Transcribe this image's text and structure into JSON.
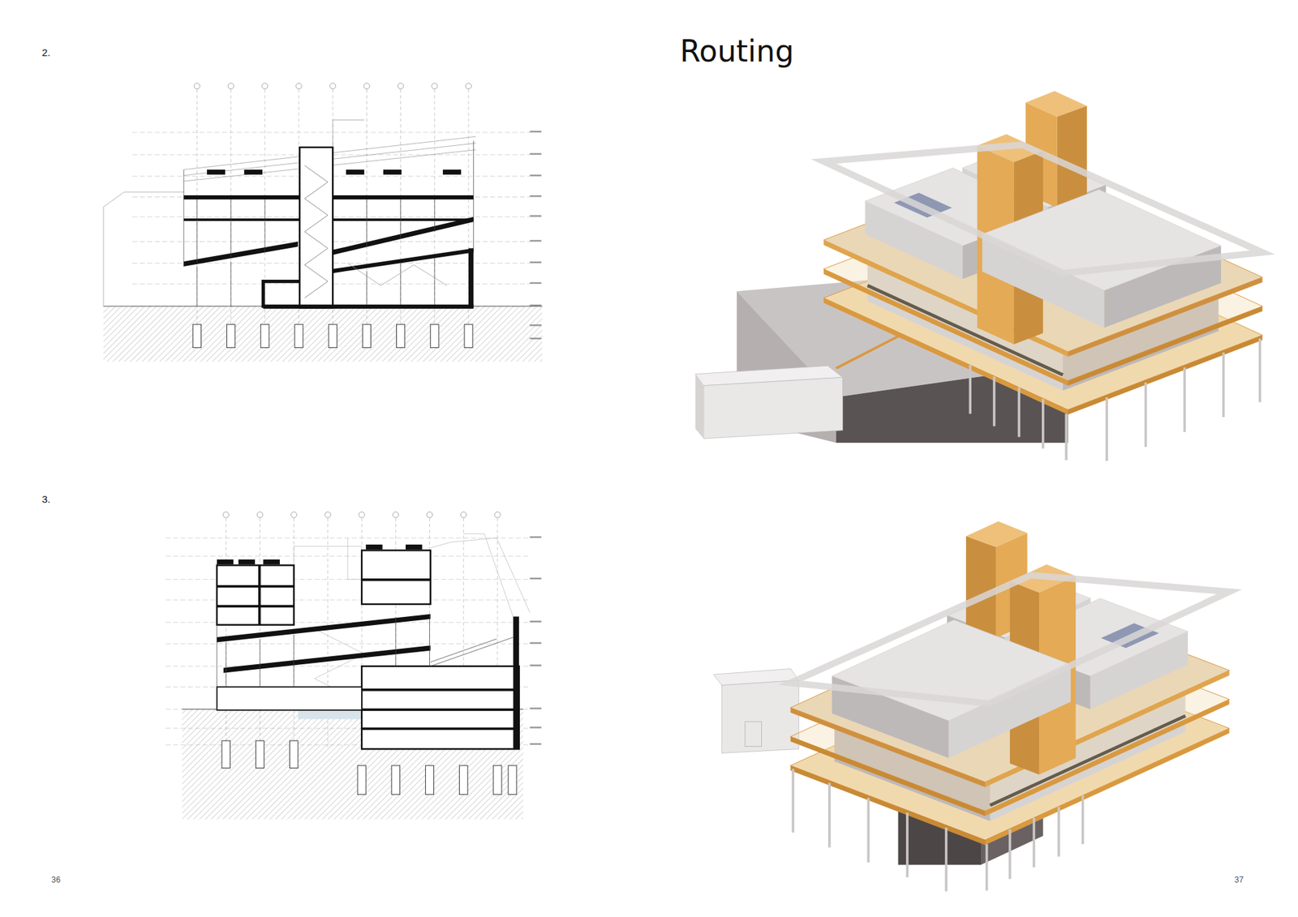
{
  "diagram": {
    "title": "Routing",
    "labels": [
      "2.",
      "3.",
      "36",
      "37"
    ]
  }
}
